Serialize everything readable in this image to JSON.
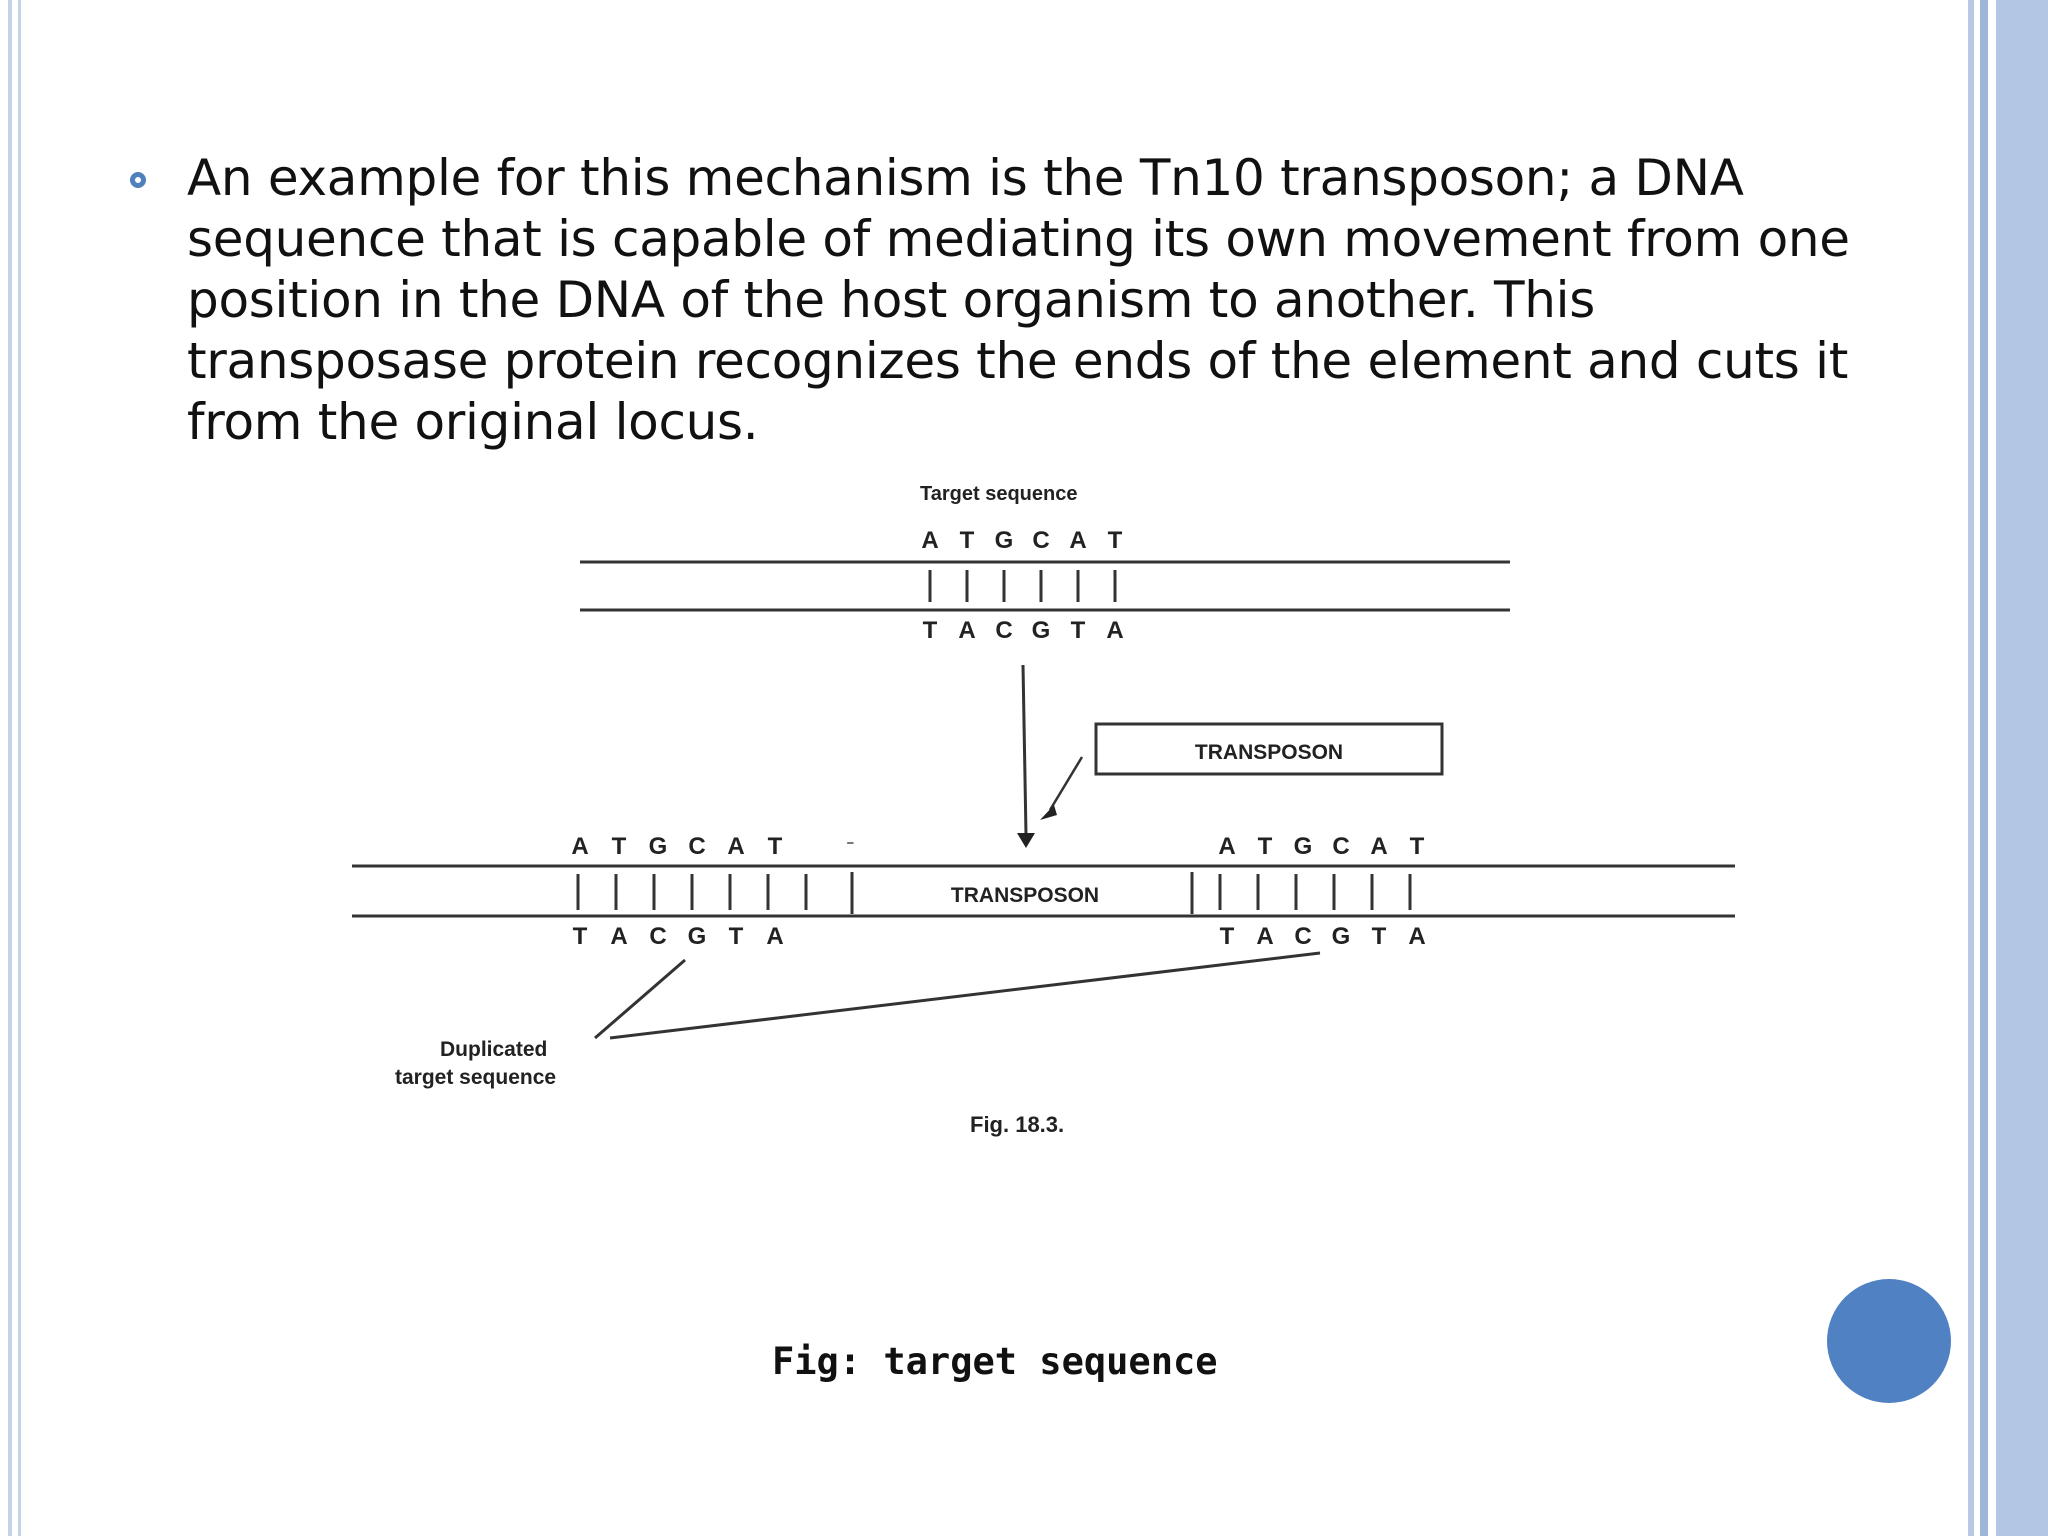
{
  "slide": {
    "bullet_text": "An example for this mechanism is the Tn10 transposon; a DNA sequence that is capable of mediating its own movement from one position in the DNA of the host organism to another. This transposase  protein recognizes the ends of the element and cuts it from the original locus.",
    "caption": "Fig: target sequence"
  },
  "figure": {
    "top_label": "Target sequence",
    "top_strand_upper": [
      "A",
      "T",
      "G",
      "C",
      "A",
      "T"
    ],
    "top_strand_lower": [
      "T",
      "A",
      "C",
      "G",
      "T",
      "A"
    ],
    "transposon_box_label": "TRANSPOSON",
    "inserted_label": "TRANSPOSON",
    "left_upper": [
      "A",
      "T",
      "G",
      "C",
      "A",
      "T"
    ],
    "left_lower": [
      "T",
      "A",
      "C",
      "G",
      "T",
      "A"
    ],
    "right_upper": [
      "A",
      "T",
      "G",
      "C",
      "A",
      "T"
    ],
    "right_lower": [
      "T",
      "A",
      "C",
      "G",
      "T",
      "A"
    ],
    "duplicated_label_line1": "Duplicated",
    "duplicated_label_line2": "target sequence",
    "fig_number": "Fig. 18.3."
  },
  "colors": {
    "bullet": "#4f81bd",
    "nav_circle": "#4f81c3",
    "border": "#b3c6e4"
  }
}
